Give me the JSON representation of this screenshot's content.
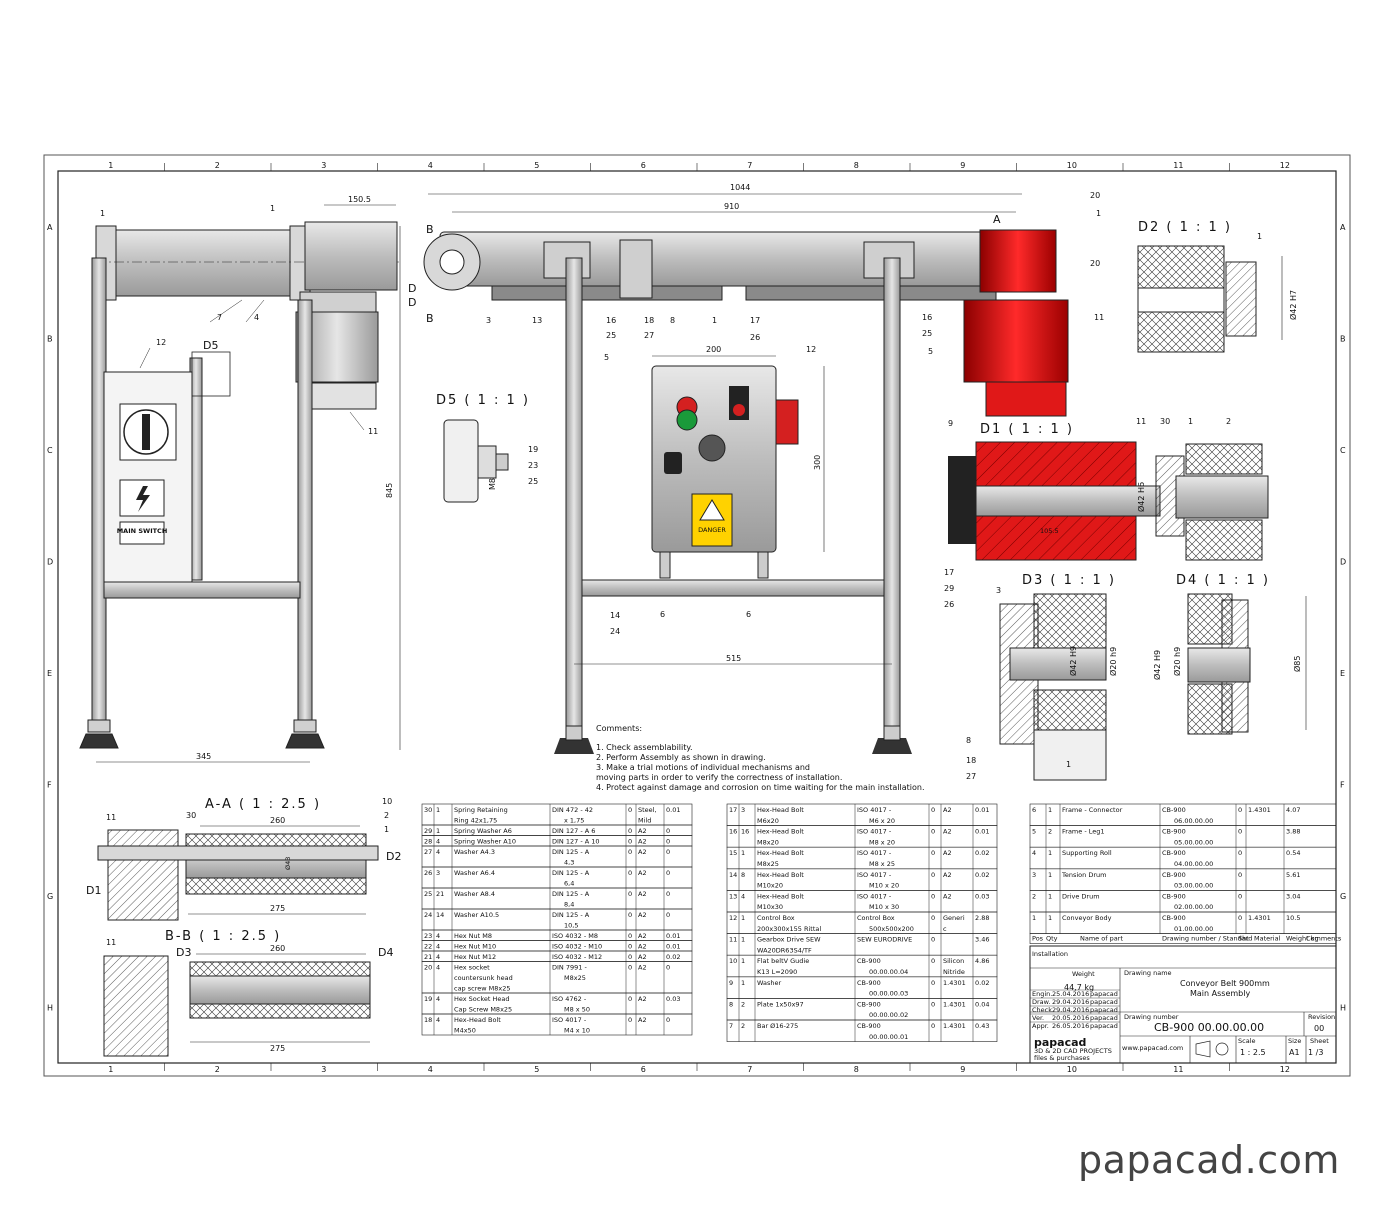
{
  "brand": "papacad.com",
  "grid": {
    "cols": [
      "1",
      "2",
      "3",
      "4",
      "5",
      "6",
      "7",
      "8",
      "9",
      "10",
      "11",
      "12"
    ],
    "rows": [
      "A",
      "B",
      "C",
      "D",
      "E",
      "F",
      "G",
      "H"
    ]
  },
  "dims": {
    "overall_length": "1044",
    "belt_length": "910",
    "drive_width": "150.5",
    "height": "845",
    "base_width": "345",
    "box_width": "200",
    "box_height": "300",
    "leg_span": "515",
    "d1_bore": "Ø42 H6",
    "d2_bore": "Ø42 H7",
    "d3_bore1": "Ø42 H9",
    "d3_bore2": "Ø20 h9",
    "d4_bore1": "Ø42 H9",
    "d4_bore2": "Ø20 h9",
    "d4_outer": "Ø85",
    "d5_thread": "M8",
    "aa_len1": "260",
    "aa_len2": "275",
    "bb_len1": "260",
    "bb_len2": "275",
    "belt_width": "Ø43",
    "d1_dim": "105.5"
  },
  "views": {
    "d2": "D2 ( 1 : 1 )",
    "d5": "D5 ( 1 : 1 )",
    "d1": "D1 ( 1 : 1 )",
    "d3": "D3 ( 1 : 1 )",
    "d4": "D4 ( 1 : 1 )",
    "aa": "A-A ( 1 : 2.5 )",
    "bb": "B-B ( 1 : 2.5 )",
    "d5_tag": "D5",
    "d1_tag": "D1",
    "d2_tag": "D2",
    "d3_tag": "D3",
    "d4_tag": "D4",
    "sec_a": "A",
    "sec_b": "B",
    "sec_d": "D"
  },
  "balloons": {
    "side": [
      "1",
      "1",
      "7",
      "4",
      "12",
      "11"
    ],
    "front": [
      "3",
      "13",
      "16",
      "25",
      "18",
      "27",
      "8",
      "1",
      "17",
      "26",
      "16",
      "25",
      "5",
      "5",
      "12",
      "20",
      "1",
      "20",
      "11",
      "14",
      "24",
      "6",
      "6",
      "19",
      "23",
      "25"
    ],
    "d1": [
      "9",
      "11",
      "30",
      "1",
      "2",
      "17",
      "29",
      "26"
    ],
    "d3": [
      "3",
      "8",
      "18",
      "27",
      "1"
    ],
    "aa": [
      "11",
      "30",
      "10",
      "2",
      "1"
    ],
    "bb": [
      "11"
    ]
  },
  "labels": {
    "switch": "MAIN SWITCH",
    "danger": "DANGER"
  },
  "comments": {
    "title": "Comments:",
    "lines": [
      "1.  Check  assemblability.",
      "2.  Perform  Assembly  as  shown  in  drawing.",
      "3.  Make  a  trial  motions  of  individual  mechanisms  and",
      "     moving  parts  in  order  to  verify  the  correctness  of  installation.",
      "4.  Protect  against  damage  and  corrosion  on  time  waiting  for  the  main  installation."
    ]
  },
  "bom_left": [
    {
      "pos": "30",
      "qty": "1",
      "name": "Spring  Retaining",
      "name2": "Ring  42x1,75",
      "std": "DIN  472  -  42",
      "std2": "x  1,75",
      "x": "0",
      "mat": "Steel,",
      "mat2": "Mild",
      "w": "0.01"
    },
    {
      "pos": "29",
      "qty": "1",
      "name": "Spring  Washer  A6",
      "name2": "",
      "std": "DIN  127  -  A  6",
      "std2": "",
      "x": "0",
      "mat": "A2",
      "mat2": "",
      "w": "0"
    },
    {
      "pos": "28",
      "qty": "4",
      "name": "Spring  Washer  A10",
      "name2": "",
      "std": "DIN  127  -  A  10",
      "std2": "",
      "x": "0",
      "mat": "A2",
      "mat2": "",
      "w": "0"
    },
    {
      "pos": "27",
      "qty": "4",
      "name": "Washer  A4.3",
      "name2": "",
      "std": "DIN  125  -  A",
      "std2": "4,3",
      "x": "0",
      "mat": "A2",
      "mat2": "",
      "w": "0"
    },
    {
      "pos": "26",
      "qty": "3",
      "name": "Washer  A6.4",
      "name2": "",
      "std": "DIN  125  -  A",
      "std2": "6,4",
      "x": "0",
      "mat": "A2",
      "mat2": "",
      "w": "0"
    },
    {
      "pos": "25",
      "qty": "21",
      "name": "Washer  A8.4",
      "name2": "",
      "std": "DIN  125  -  A",
      "std2": "8,4",
      "x": "0",
      "mat": "A2",
      "mat2": "",
      "w": "0"
    },
    {
      "pos": "24",
      "qty": "14",
      "name": "Washer  A10.5",
      "name2": "",
      "std": "DIN  125  -  A",
      "std2": "10,5",
      "x": "0",
      "mat": "A2",
      "mat2": "",
      "w": "0"
    },
    {
      "pos": "23",
      "qty": "4",
      "name": "Hex  Nut  M8",
      "name2": "",
      "std": "ISO  4032  -  M8",
      "std2": "",
      "x": "0",
      "mat": "A2",
      "mat2": "",
      "w": "0.01"
    },
    {
      "pos": "22",
      "qty": "4",
      "name": "Hex  Nut  M10",
      "name2": "",
      "std": "ISO  4032  -  M10",
      "std2": "",
      "x": "0",
      "mat": "A2",
      "mat2": "",
      "w": "0.01"
    },
    {
      "pos": "21",
      "qty": "4",
      "name": "Hex  Nut  M12",
      "name2": "",
      "std": "ISO  4032  -  M12",
      "std2": "",
      "x": "0",
      "mat": "A2",
      "mat2": "",
      "w": "0.02"
    },
    {
      "pos": "20",
      "qty": "4",
      "name": "Hex  socket",
      "name2": "countersunk  head",
      "name3": "cap  screw  M8x25",
      "std": "DIN  7991  -",
      "std2": "M8x25",
      "x": "0",
      "mat": "A2",
      "mat2": "",
      "w": "0"
    },
    {
      "pos": "19",
      "qty": "4",
      "name": "Hex  Socket  Head",
      "name2": "Cap  Screw  M8x25",
      "std": "ISO  4762  -",
      "std2": "M8  x  50",
      "x": "0",
      "mat": "A2",
      "mat2": "",
      "w": "0.03"
    },
    {
      "pos": "18",
      "qty": "4",
      "name": "Hex-Head  Bolt",
      "name2": "M4x50",
      "std": "ISO  4017  -",
      "std2": "M4  x  10",
      "x": "0",
      "mat": "A2",
      "mat2": "",
      "w": "0"
    }
  ],
  "bom_mid": [
    {
      "pos": "17",
      "qty": "3",
      "name": "Hex-Head  Bolt",
      "name2": "M6x20",
      "std": "ISO  4017  -",
      "std2": "M6  x  20",
      "x": "0",
      "mat": "A2",
      "mat2": "",
      "w": "0.01"
    },
    {
      "pos": "16",
      "qty": "16",
      "name": "Hex-Head  Bolt",
      "name2": "M8x20",
      "std": "ISO  4017  -",
      "std2": "M8  x  20",
      "x": "0",
      "mat": "A2",
      "mat2": "",
      "w": "0.01"
    },
    {
      "pos": "15",
      "qty": "1",
      "name": "Hex-Head  Bolt",
      "name2": "M8x25",
      "std": "ISO  4017  -",
      "std2": "M8  x  25",
      "x": "0",
      "mat": "A2",
      "mat2": "",
      "w": "0.02"
    },
    {
      "pos": "14",
      "qty": "8",
      "name": "Hex-Head  Bolt",
      "name2": "M10x20",
      "std": "ISO  4017  -",
      "std2": "M10  x  20",
      "x": "0",
      "mat": "A2",
      "mat2": "",
      "w": "0.02"
    },
    {
      "pos": "13",
      "qty": "4",
      "name": "Hex-Head  Bolt",
      "name2": "M10x30",
      "std": "ISO  4017  -",
      "std2": "M10  x  30",
      "x": "0",
      "mat": "A2",
      "mat2": "",
      "w": "0.03"
    },
    {
      "pos": "12",
      "qty": "1",
      "name": "Control  Box",
      "name2": "200x300x155  Rittal",
      "std": "Control  Box",
      "std2": "500x500x200",
      "x": "0",
      "mat": "Generi",
      "mat2": "c",
      "w": "2.88"
    },
    {
      "pos": "11",
      "qty": "1",
      "name": "Gearbox  Drive  SEW",
      "name2": "WA20DR63S4/TF",
      "std": "SEW  EURODRIVE",
      "std2": "",
      "x": "0",
      "mat": "",
      "mat2": "",
      "w": "3.46"
    },
    {
      "pos": "10",
      "qty": "1",
      "name": "Flat  beltV  Gudie",
      "name2": "K13  L=2090",
      "std": "CB-900",
      "std2": "00.00.00.04",
      "x": "0",
      "mat": "Silicon",
      "mat2": "Nitride",
      "w": "4.86"
    },
    {
      "pos": "9",
      "qty": "1",
      "name": "Washer",
      "name2": "",
      "std": "CB-900",
      "std2": "00.00.00.03",
      "x": "0",
      "mat": "1.4301",
      "mat2": "",
      "w": "0.02"
    },
    {
      "pos": "8",
      "qty": "2",
      "name": "Plate  1x50x97",
      "name2": "",
      "std": "CB-900",
      "std2": "00.00.00.02",
      "x": "0",
      "mat": "1.4301",
      "mat2": "",
      "w": "0.04"
    },
    {
      "pos": "7",
      "qty": "2",
      "name": "Bar  Ø16-275",
      "name2": "",
      "std": "CB-900",
      "std2": "00.00.00.01",
      "x": "0",
      "mat": "1.4301",
      "mat2": "",
      "w": "0.43"
    }
  ],
  "bom_right": [
    {
      "pos": "6",
      "qty": "1",
      "name": "Frame  -  Connector",
      "std": "CB-900",
      "std2": "06.00.00.00",
      "x": "0",
      "mat": "1.4301",
      "w": "4.07"
    },
    {
      "pos": "5",
      "qty": "2",
      "name": "Frame  -  Leg1",
      "std": "CB-900",
      "std2": "05.00.00.00",
      "x": "0",
      "mat": "",
      "w": "3.88"
    },
    {
      "pos": "4",
      "qty": "1",
      "name": "Supporting  Roll",
      "std": "CB-900",
      "std2": "04.00.00.00",
      "x": "0",
      "mat": "",
      "w": "0.54"
    },
    {
      "pos": "3",
      "qty": "1",
      "name": "Tension  Drum",
      "std": "CB-900",
      "std2": "03.00.00.00",
      "x": "0",
      "mat": "",
      "w": "5.61"
    },
    {
      "pos": "2",
      "qty": "1",
      "name": "Drive  Drum",
      "std": "CB-900",
      "std2": "02.00.00.00",
      "x": "0",
      "mat": "",
      "w": "3.04"
    },
    {
      "pos": "1",
      "qty": "1",
      "name": "Conveyor  Body",
      "std": "CB-900",
      "std2": "01.00.00.00",
      "x": "0",
      "mat": "1.4301",
      "w": "10.5"
    }
  ],
  "bom_header": {
    "pos": "Pos",
    "qty": "Qty",
    "name": "Name of part",
    "std": "Drawing number / Standard",
    "x": "Sht",
    "mat": "Material",
    "w": "Weight kg",
    "rem": "Comments"
  },
  "title_block": {
    "weight_label": "Weight",
    "weight": "44,7  kg",
    "drawing_name_label": "Drawing name",
    "drawing_name1": "Conveyor  Belt  900mm",
    "drawing_name2": "Main  Assembly",
    "drawing_number_label": "Drawing number",
    "drawing_number": "CB-900  00.00.00.00",
    "revision_label": "Revision",
    "revision": "00",
    "scale_label": "Scale",
    "scale": "1  :  2.5",
    "size_label": "Size",
    "size": "A1",
    "sheet_label": "Sheet",
    "sheet": "1  /3",
    "company": "papacad",
    "company_sub1": "3D & 2D CAD PROJECTS",
    "company_sub2": "files  &  purchases",
    "website": "www.papacad.com",
    "installation": "Installation",
    "sig_rows": [
      {
        "role": "Engin.",
        "date": "25.04.2016",
        "name": "papacad"
      },
      {
        "role": "Draw.",
        "date": "29.04.2016",
        "name": "papacad"
      },
      {
        "role": "Check.",
        "date": "29.04.2016",
        "name": "papacad"
      },
      {
        "role": "Ver.",
        "date": "20.05.2016",
        "name": "papacad"
      },
      {
        "role": "Appr.",
        "date": "26.05.2016",
        "name": "papacad"
      }
    ]
  },
  "colors": {
    "line": "#222222",
    "red": "#e01818",
    "steel": "#c8c8c8",
    "steel_dark": "#8a8a8a",
    "hatch": "#333333"
  }
}
